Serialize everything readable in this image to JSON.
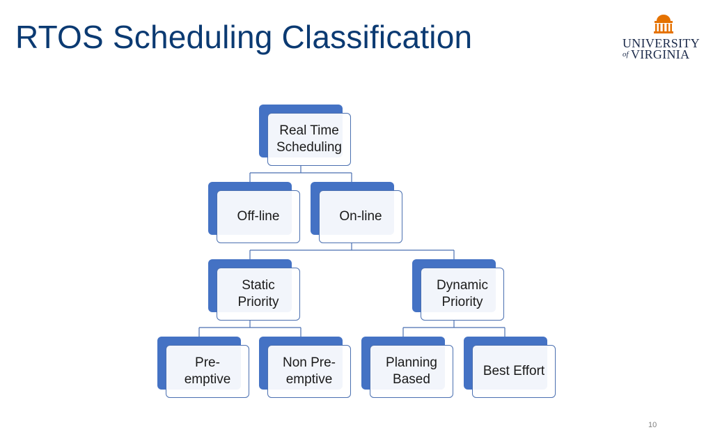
{
  "slide": {
    "title": "RTOS Scheduling Classification",
    "page_number": "10"
  },
  "logo": {
    "line1": "UNIVERSITY",
    "of": "of",
    "line2": "VIRGINIA",
    "icon": "rotunda-icon",
    "color": "#e57200"
  },
  "colors": {
    "title": "#0b3a72",
    "node_back": "#4472c4",
    "node_border": "#4a6fb0",
    "connector": "#4a6fb0"
  },
  "diagram": {
    "root": "Real Time\nScheduling",
    "offline": "Off-line",
    "online": "On-line",
    "static": "Static\nPriority",
    "dynamic": "Dynamic\nPriority",
    "preemptive": "Pre-\nemptive",
    "non_preemptive": "Non Pre-\nemptive",
    "planning": "Planning\nBased",
    "best_effort": "Best Effort"
  }
}
